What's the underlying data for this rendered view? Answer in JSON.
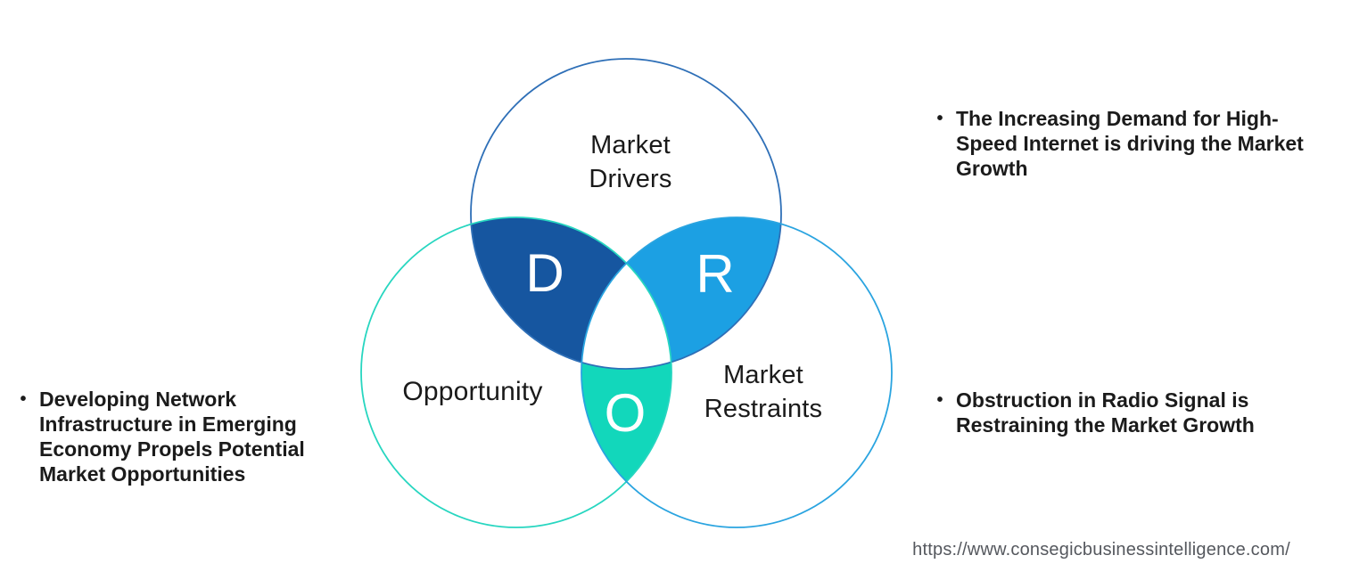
{
  "page": {
    "background_color": "#ffffff"
  },
  "venn": {
    "circles": {
      "drivers": {
        "label_lines": [
          "Market",
          "Drivers"
        ],
        "stroke": "#2E6FB7"
      },
      "opportunity": {
        "label_lines": [
          "Opportunity"
        ],
        "stroke": "#27D6C0"
      },
      "restraints": {
        "label_lines": [
          "Market",
          "Restraints"
        ],
        "stroke": "#2AA4E0"
      }
    },
    "overlaps": {
      "drivers_opportunity": {
        "letter": "D",
        "fill": "#1656A0"
      },
      "drivers_restraints": {
        "letter": "R",
        "fill": "#1CA0E3"
      },
      "opportunity_restraints": {
        "letter": "O",
        "fill": "#12D7BB"
      }
    }
  },
  "notes": {
    "left": [
      {
        "bullet": "•",
        "lines": [
          "Developing Network",
          "Infrastructure in Emerging",
          "Economy Propels Potential",
          "Market Opportunities"
        ]
      }
    ],
    "right": [
      {
        "bullet": "•",
        "lines": [
          "The Increasing Demand for High-",
          "Speed Internet is driving the Market",
          "Growth"
        ]
      },
      {
        "bullet": "•",
        "lines": [
          "Obstruction in Radio Signal is",
          "Restraining the Market Growth"
        ]
      }
    ]
  },
  "footer": {
    "url": "https://www.consegicbusinessintelligence.com/",
    "url_color": "#55585E"
  }
}
